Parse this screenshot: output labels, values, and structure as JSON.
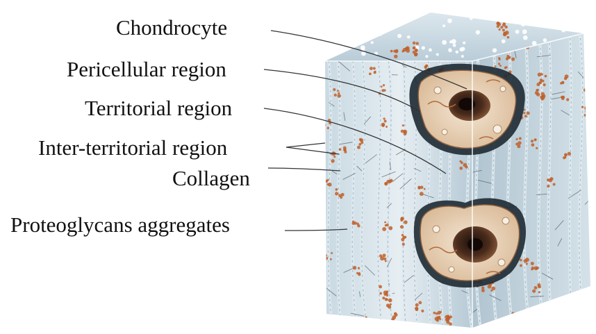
{
  "labels": {
    "chondrocyte": "Chondrocyte",
    "pericellular": "Pericellular region",
    "territorial": "Territorial region",
    "inter_territorial": "Inter-territorial region",
    "collagen": "Collagen",
    "proteoglycans": "Proteoglycans aggregates"
  },
  "colors": {
    "matrix_light": "#dfe9ee",
    "matrix_blue": "#9fb8c6",
    "fiber_dark": "#2e3a45",
    "proteoglycan": "#c0602a",
    "cell_body": "#ead6bf",
    "nucleus": "#3a2318"
  }
}
